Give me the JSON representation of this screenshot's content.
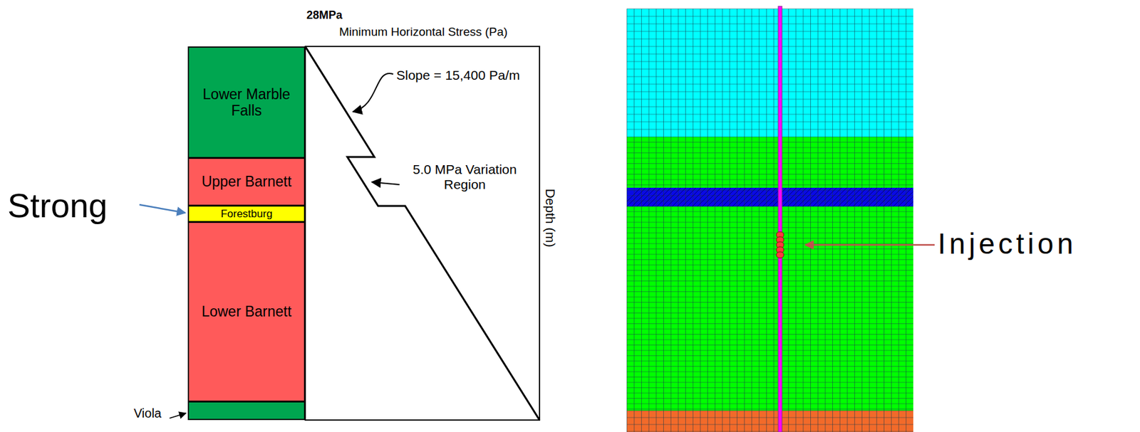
{
  "diagram": {
    "nodes": [
      {
        "text": [
          "Lower Marble Falls"
        ]
      },
      {
        "text": [
          "Upper Barnett"
        ]
      },
      {
        "text": [
          "Forestburg"
        ]
      },
      {
        "text": [
          "Lower Barnett"
        ]
      },
      {
        "text": [
          "Viola"
        ]
      }
    ],
    "labels": [
      "28MPa",
      "Minimum Horizontal Stress (Pa)",
      "Slope = 15,400 Pa/m",
      "5.0 MPa Variation Region",
      "Depth (m)",
      "Strong",
      "Injection"
    ]
  }
}
